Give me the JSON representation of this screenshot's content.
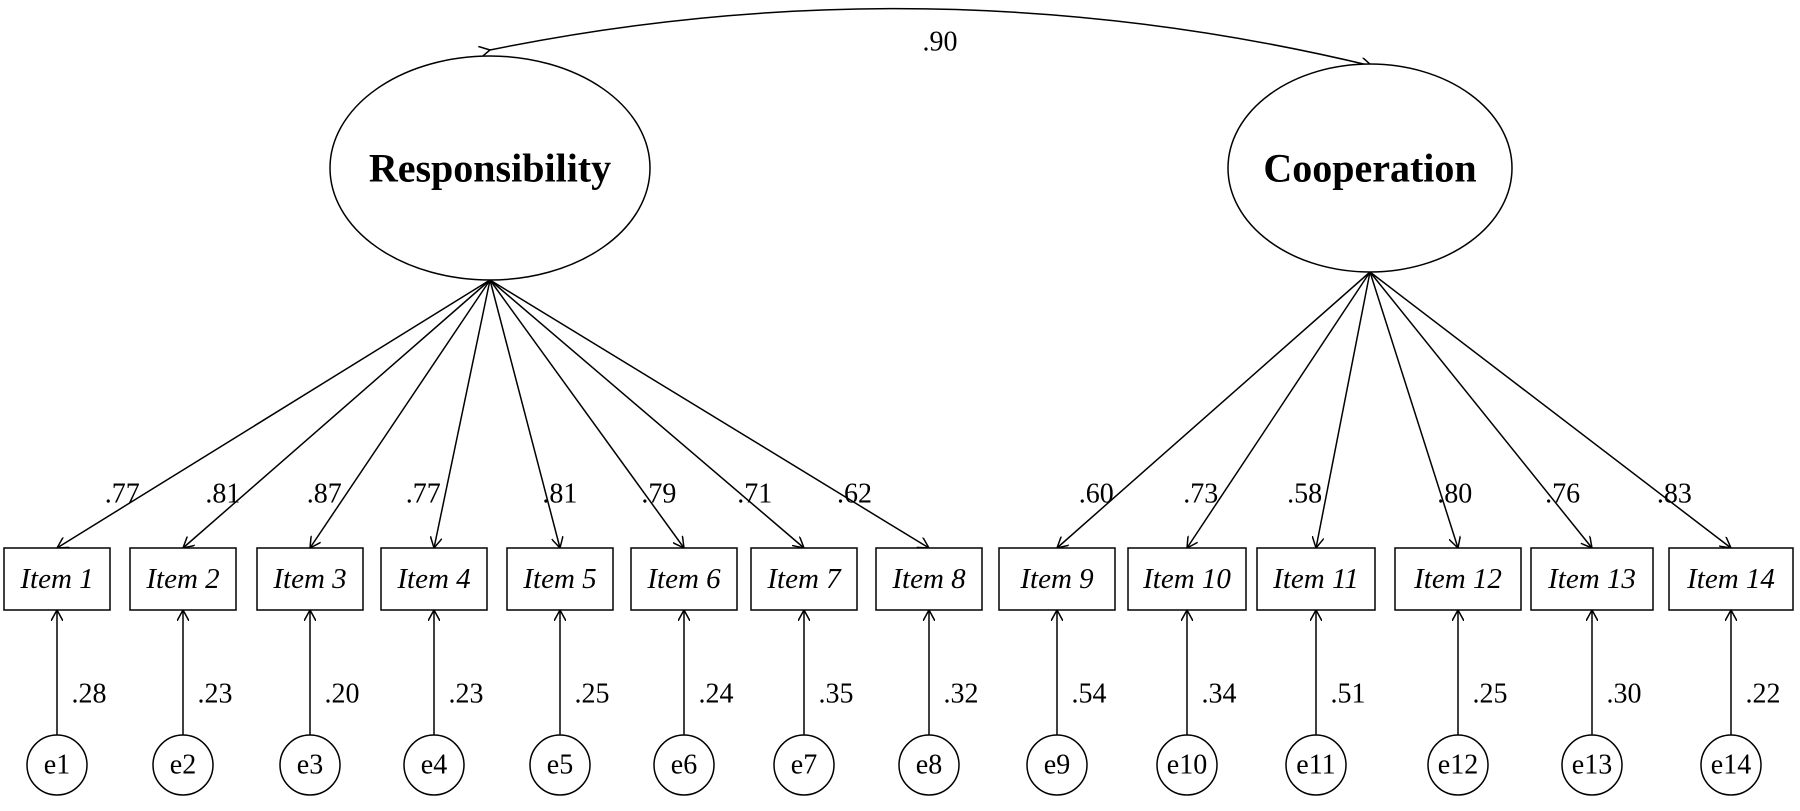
{
  "correlation": {
    "value": ".90"
  },
  "factors": [
    {
      "label": "Responsibility"
    },
    {
      "label": "Cooperation"
    }
  ],
  "items": [
    {
      "label": "Item 1",
      "factor": 0,
      "loading": ".77",
      "error": "e1",
      "residual": ".28"
    },
    {
      "label": "Item 2",
      "factor": 0,
      "loading": ".81",
      "error": "e2",
      "residual": ".23"
    },
    {
      "label": "Item 3",
      "factor": 0,
      "loading": ".87",
      "error": "e3",
      "residual": ".20"
    },
    {
      "label": "Item 4",
      "factor": 0,
      "loading": ".77",
      "error": "e4",
      "residual": ".23"
    },
    {
      "label": "Item 5",
      "factor": 0,
      "loading": ".81",
      "error": "e5",
      "residual": ".25"
    },
    {
      "label": "Item 6",
      "factor": 0,
      "loading": ".79",
      "error": "e6",
      "residual": ".24"
    },
    {
      "label": "Item 7",
      "factor": 0,
      "loading": ".71",
      "error": "e7",
      "residual": ".35"
    },
    {
      "label": "Item 8",
      "factor": 0,
      "loading": ".62",
      "error": "e8",
      "residual": ".32"
    },
    {
      "label": "Item 9",
      "factor": 1,
      "loading": ".60",
      "error": "e9",
      "residual": ".54"
    },
    {
      "label": "Item 10",
      "factor": 1,
      "loading": ".73",
      "error": "e10",
      "residual": ".34"
    },
    {
      "label": "Item 11",
      "factor": 1,
      "loading": ".58",
      "error": "e11",
      "residual": ".51"
    },
    {
      "label": "Item 12",
      "factor": 1,
      "loading": ".80",
      "error": "e12",
      "residual": ".25"
    },
    {
      "label": "Item 13",
      "factor": 1,
      "loading": ".76",
      "error": "e13",
      "residual": ".30"
    },
    {
      "label": "Item 14",
      "factor": 1,
      "loading": ".83",
      "error": "e14",
      "residual": ".22"
    }
  ]
}
